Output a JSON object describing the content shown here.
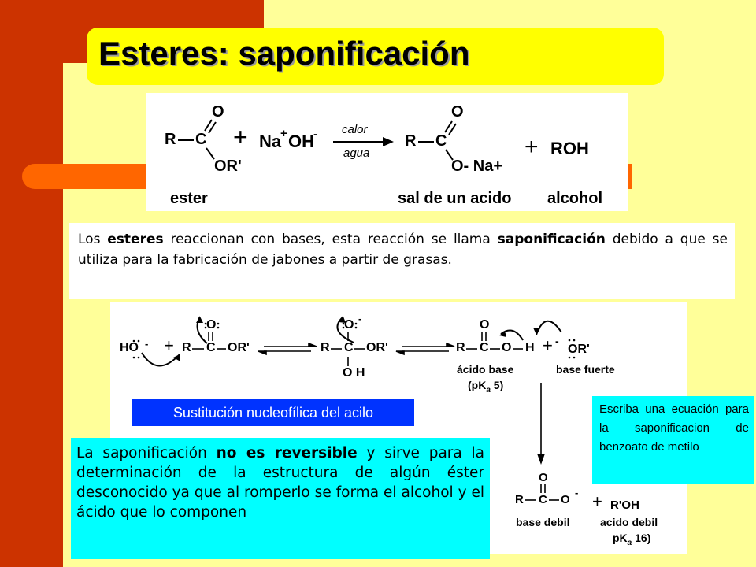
{
  "title": "Esteres: saponificación",
  "reaction_top": {
    "reactant_r": "R",
    "reactant_c": "C",
    "reactant_o": "O",
    "reactant_or": "OR'",
    "plus1": "+",
    "base_na": "Na",
    "base_na_charge": "+",
    "base_oh": "OH",
    "base_oh_charge": "-",
    "condition_top": "calor",
    "condition_bottom": "agua",
    "product_r": "R",
    "product_c": "C",
    "product_o": "O",
    "product_ona": "O- Na+",
    "plus2": "+",
    "alcohol": "ROH",
    "label_ester": "ester",
    "label_salt": "sal de un acido",
    "label_alcohol": "alcohol"
  },
  "description": {
    "before_1": "Los ",
    "bold_1": "esteres",
    "middle": " reaccionan con bases, esta reacción se llama ",
    "bold_2": "saponificación",
    "after": " debido a que se utiliza para la fabricación de jabones a partir de grasas."
  },
  "mechanism": {
    "hydroxide": "HO",
    "hydroxide_charge": "-",
    "plus_a": "+",
    "ester_r": "R",
    "ester_c": "C",
    "ester_or": "OR'",
    "ester_o": "O",
    "inter_r": "R",
    "inter_c": "C",
    "inter_or": "OR'",
    "inter_o": "O",
    "inter_o_charge": "-",
    "inter_oh": "O H",
    "acid_r": "R",
    "acid_c": "C",
    "acid_o_top": "O",
    "acid_o": "O",
    "acid_h": "H",
    "plus_b": "+",
    "alkoxide": "OR'",
    "alkoxide_charge": "-",
    "label_acid_base": "ácido base",
    "label_pka_acid": "(pK",
    "label_pka_acid_sub": "a",
    "label_pka_acid_val": " 5)",
    "label_strong_base": "base fuerte",
    "carboxylate_r": "R",
    "carboxylate_c": "C",
    "carboxylate_o": "O",
    "carboxylate_o_top": "O",
    "carboxylate_charge": "-",
    "plus_c": "+",
    "alcohol": "R'OH",
    "label_weak_base": "base debil",
    "label_weak_acid": "acido debil",
    "label_pka_alcohol": "pK",
    "label_pka_alcohol_sub": "a",
    "label_pka_alcohol_val": " 16)"
  },
  "nucleophilic_label": "Sustitución nucleofílica del acilo",
  "note_not_reversible": {
    "before": "La saponificación ",
    "bold": "no es reversible",
    "after": " y sirve para la determinación de la estructura de algún éster desconocido ya que al romperlo se forma el alcohol y el ácido que lo componen"
  },
  "exercise": "Escriba una ecuación para la saponificacion de benzoato de metilo",
  "colors": {
    "background": "#ffff99",
    "dark_red": "#cc3300",
    "orange": "#ff6600",
    "title_yellow": "#ffff00",
    "blue_box": "#0033ff",
    "cyan_box": "#00ffff"
  }
}
